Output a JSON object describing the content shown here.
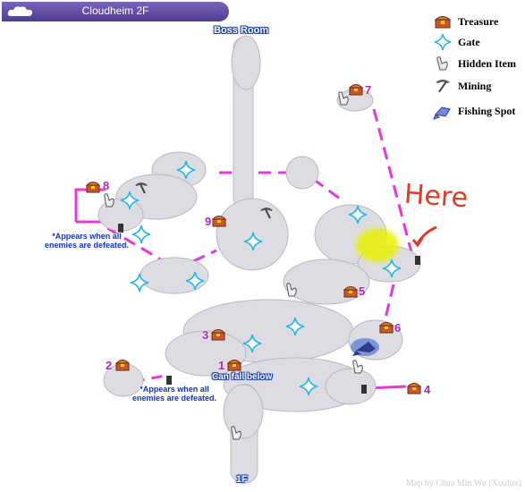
{
  "header": {
    "title": "Cloudheim 2F",
    "logo_icon": "cloud-logo-icon"
  },
  "legend": [
    {
      "icon": "treasure-chest-icon",
      "label": "Treasure"
    },
    {
      "icon": "gate-icon",
      "label": "Gate"
    },
    {
      "icon": "hidden-item-icon",
      "label": "Hidden Item"
    },
    {
      "icon": "pickaxe-icon",
      "label": "Mining"
    },
    {
      "icon": "fish-icon",
      "label": "Fishing Spot"
    }
  ],
  "labels": {
    "boss_room": "Boss Room",
    "floor_1f": "1F",
    "can_fall": "Can fall below"
  },
  "treasure_numbers": [
    "1",
    "2",
    "3",
    "4",
    "5",
    "6",
    "7",
    "8",
    "9"
  ],
  "notes": {
    "enemies_upper": [
      "*Appears when all",
      "enemies are defeated."
    ],
    "enemies_lower": [
      "*Appears when all",
      "enemies are defeated."
    ]
  },
  "annotation": {
    "text": "Here"
  },
  "credit": "Map by Chua Min Wu (Xoulux)",
  "colors": {
    "title_bar": "#5a47a0",
    "route_line": "#e636e0",
    "cloud": "#dcdce2",
    "number": "#b522c0",
    "label_outline": "#1a3ea6",
    "highlight": "#e8f000",
    "annotation": "#e03a22"
  }
}
